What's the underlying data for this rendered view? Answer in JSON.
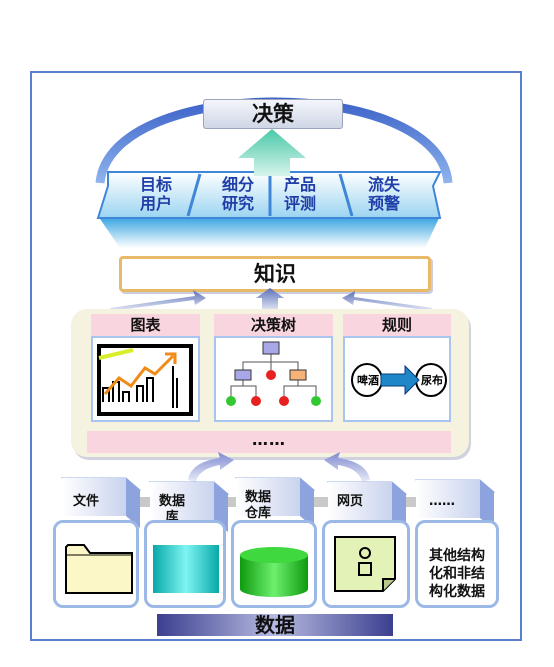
{
  "decision": "决策",
  "goals": [
    {
      "line1": "目标",
      "line2": "用户"
    },
    {
      "line1": "细分",
      "line2": "研究"
    },
    {
      "line1": "产品",
      "line2": "评测"
    },
    {
      "line1": "流失",
      "line2": "预警"
    }
  ],
  "knowledge": "知识",
  "methods": [
    {
      "label": "图表"
    },
    {
      "label": "决策树"
    },
    {
      "label": "规则"
    }
  ],
  "rule_example": {
    "left": "啤酒",
    "right": "尿布"
  },
  "methods_more": "……",
  "sources": [
    {
      "line1": "文件",
      "line2": ""
    },
    {
      "line1": "数据",
      "line2": "库"
    },
    {
      "line1": "数据",
      "line2": "仓库"
    },
    {
      "line1": "网页",
      "line2": ""
    },
    {
      "line1": "……",
      "line2": ""
    }
  ],
  "other_data": [
    "其他结构",
    "化和非结",
    "构化数据"
  ],
  "data": "数据",
  "colors": {
    "frame": "#5a7fd0",
    "goal_text": "#1f3ea8",
    "header_pink": "#f9d6df",
    "knowledge_border": "#e9b96a",
    "panel_bg": "#f5f2df"
  }
}
